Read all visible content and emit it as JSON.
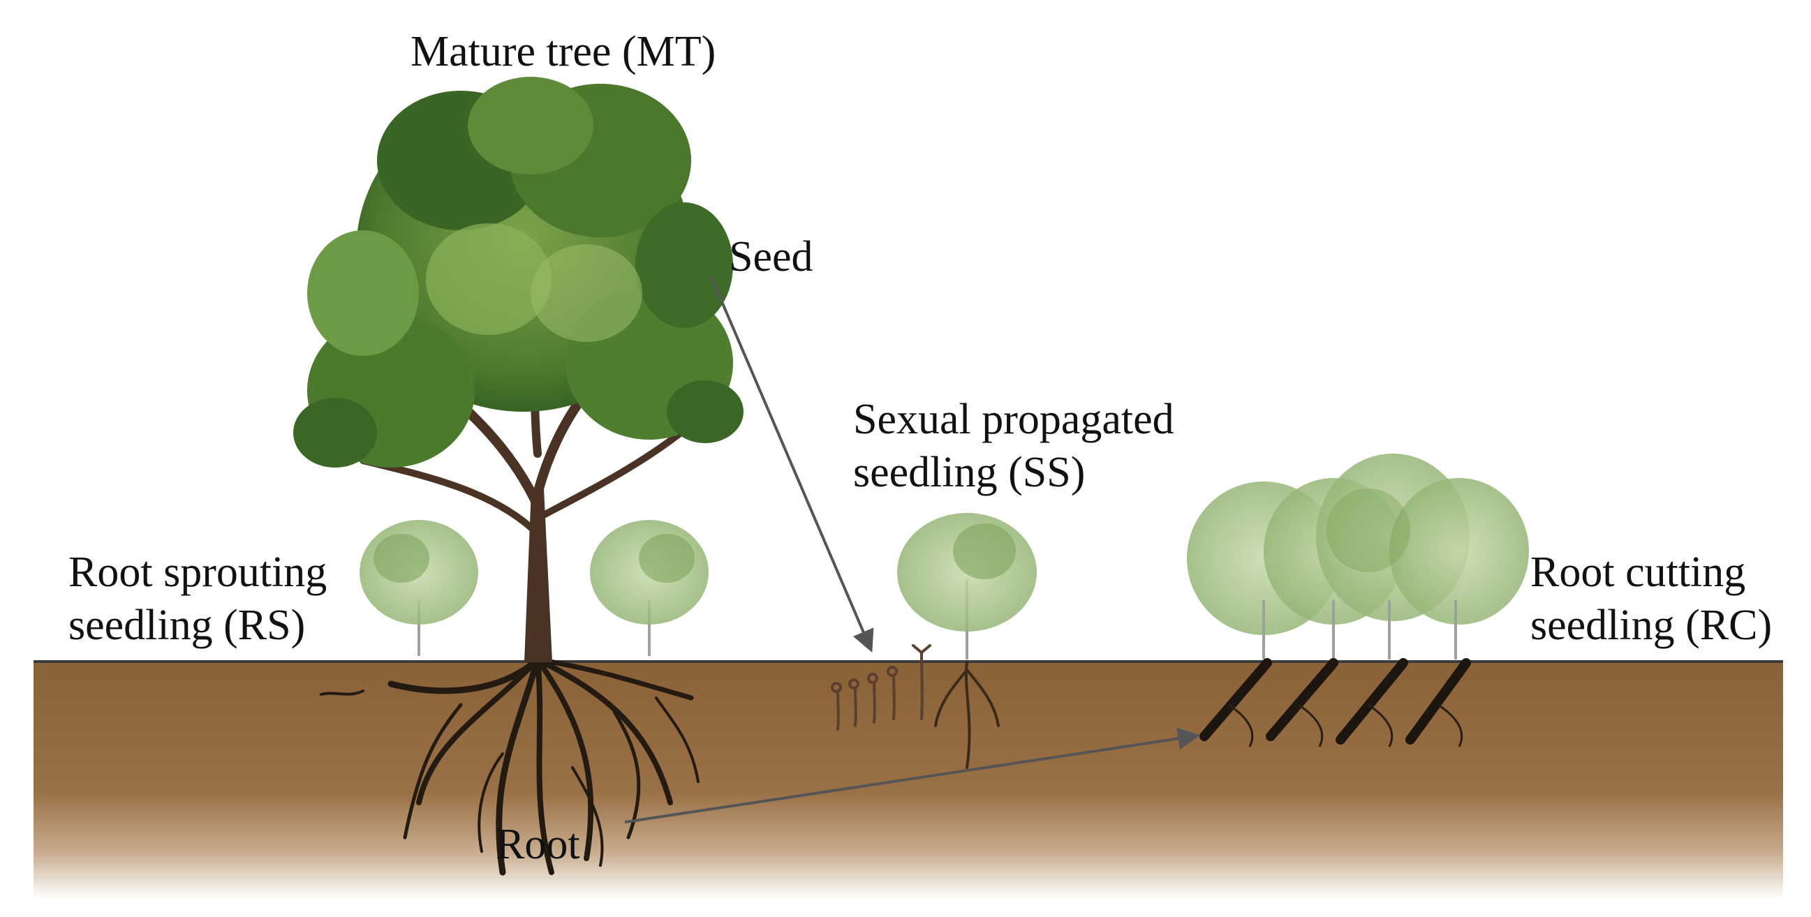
{
  "labels": {
    "mature_tree": "Mature tree (MT)",
    "seed": "Seed",
    "sexual_line1": "Sexual propagated",
    "sexual_line2": "seedling (SS)",
    "root_sprouting_line1": "Root sprouting",
    "root_sprouting_line2": "seedling (RS)",
    "root_cutting_line1": "Root cutting",
    "root_cutting_line2": "seedling (RC)",
    "root": "Root"
  },
  "colors": {
    "soil_top": "#8b6137",
    "soil_mid": "#9a7046",
    "soil_bottom": "#ffffff",
    "ground_line": "#3c3c3c",
    "foliage_dark": "#2f5a20",
    "foliage_mid": "#557d35",
    "foliage_light": "#9cbe6a",
    "trunk": "#4a3324",
    "root": "#231a12",
    "arrow": "#555555",
    "sapling_foliage": "#a9c48a",
    "sapling_stem": "#9aa29a"
  }
}
